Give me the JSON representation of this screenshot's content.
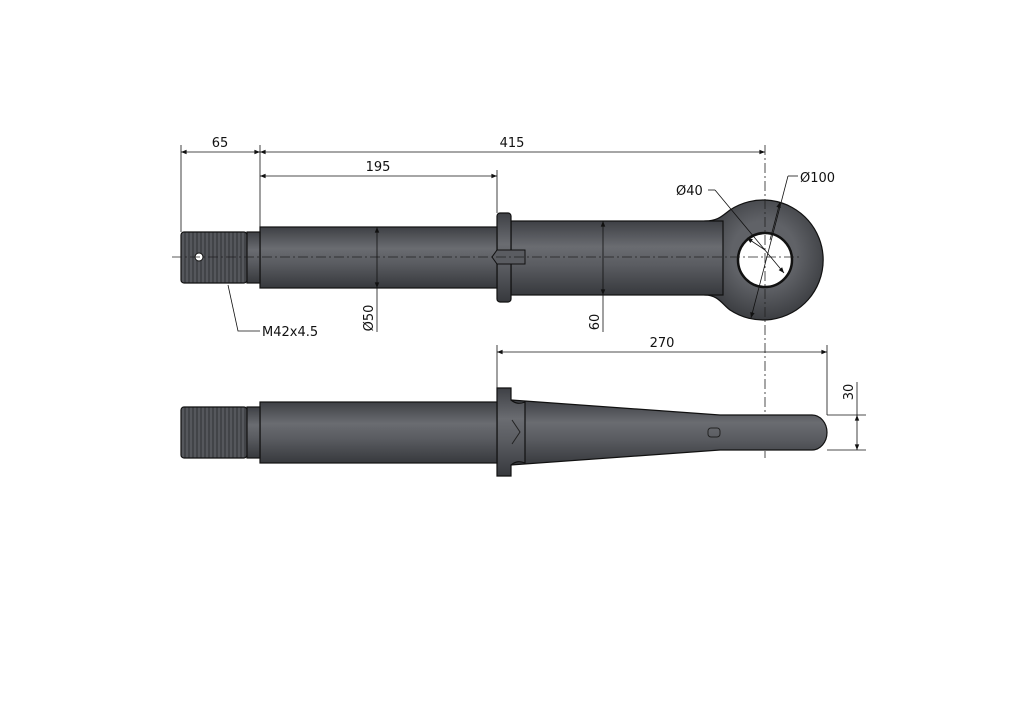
{
  "drawing": {
    "top_view": {
      "dimensions": {
        "thread_length": "65",
        "overall_length": "415",
        "shaft_length": "195",
        "shaft_diameter": "Ø50",
        "body_height": "60",
        "hole_diameter": "Ø40",
        "eye_diameter": "Ø100",
        "thread_spec": "M42x4.5"
      }
    },
    "side_view": {
      "dimensions": {
        "eye_length": "270",
        "eye_thickness": "30"
      }
    },
    "colors": {
      "part": "#5c5e63",
      "line": "#111111"
    }
  }
}
